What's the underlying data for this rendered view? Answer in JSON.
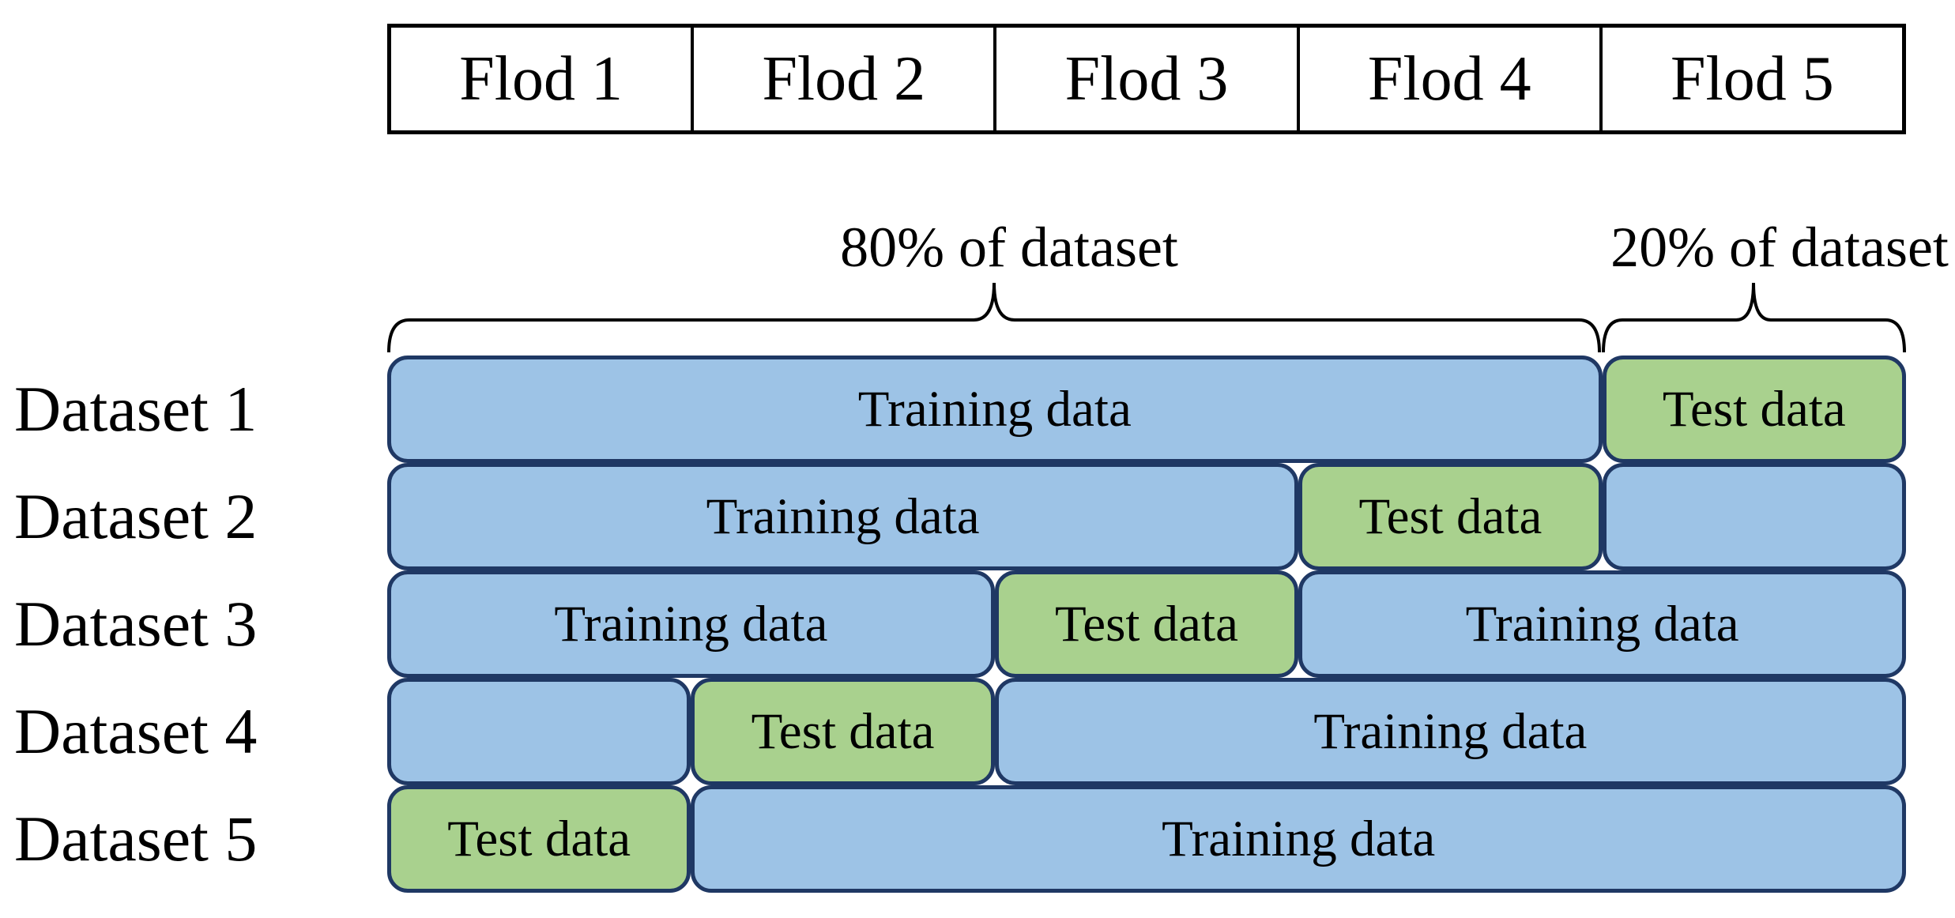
{
  "header": {
    "folds": [
      "Flod 1",
      "Flod 2",
      "Flod 3",
      "Flod 4",
      "Flod 5"
    ]
  },
  "annotations": {
    "train_percent": "80% of dataset",
    "test_percent": "20% of dataset"
  },
  "rows": [
    {
      "label": "Dataset 1",
      "blocks": [
        {
          "type": "training",
          "text": "Training data",
          "folds": 4
        },
        {
          "type": "test",
          "text": "Test data",
          "folds": 1
        }
      ]
    },
    {
      "label": "Dataset 2",
      "blocks": [
        {
          "type": "training",
          "text": "Training data",
          "folds": 3
        },
        {
          "type": "test",
          "text": "Test data",
          "folds": 1
        },
        {
          "type": "training",
          "text": "",
          "folds": 1
        }
      ]
    },
    {
      "label": "Dataset 3",
      "blocks": [
        {
          "type": "training",
          "text": "Training data",
          "folds": 2
        },
        {
          "type": "test",
          "text": "Test data",
          "folds": 1
        },
        {
          "type": "training",
          "text": "Training data",
          "folds": 2
        }
      ]
    },
    {
      "label": "Dataset 4",
      "blocks": [
        {
          "type": "training",
          "text": "",
          "folds": 1
        },
        {
          "type": "test",
          "text": "Test data",
          "folds": 1
        },
        {
          "type": "training",
          "text": "Training data",
          "folds": 3
        }
      ]
    },
    {
      "label": "Dataset 5",
      "blocks": [
        {
          "type": "test",
          "text": "Test data",
          "folds": 1
        },
        {
          "type": "training",
          "text": "Training data",
          "folds": 4
        }
      ]
    }
  ],
  "colors": {
    "training_fill": "#9DC3E6",
    "test_fill": "#A9D18E",
    "block_border": "#1F3864",
    "table_border": "#000000",
    "brace_color": "#000000",
    "text_color": "#000000"
  }
}
